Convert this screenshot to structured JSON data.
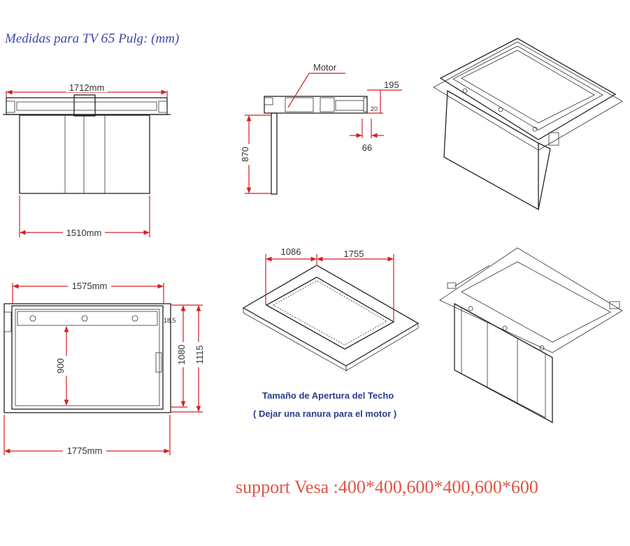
{
  "title": {
    "prefix": "Medidas para TV",
    "size": "65",
    "unit_word": "Pulg:",
    "unit": "(mm)"
  },
  "front_view": {
    "top_width": "1712mm",
    "panel_width": "1510mm"
  },
  "side_view": {
    "motor_label": "Motor",
    "height_top": "195",
    "small_gap": "20",
    "drop_height": "870",
    "bottom_offset": "66"
  },
  "bottom_view": {
    "inner_width": "1575mm",
    "outer_width": "1775mm",
    "screen_height": "900",
    "offset": "18.5",
    "inner_depth": "1080",
    "outer_depth": "1115"
  },
  "ceiling_opening": {
    "width_a": "1086",
    "width_b": "1755",
    "caption_line1": "Tamaño de Apertura del Techo",
    "caption_line2": "( Dejar una ranura para el  motor )"
  },
  "vesa": "support Vesa :400*400,600*400,600*600",
  "colors": {
    "title": "#3f4aa8",
    "dimension": "#d42020",
    "caption": "#2a3d8f",
    "vesa": "#e05545"
  }
}
